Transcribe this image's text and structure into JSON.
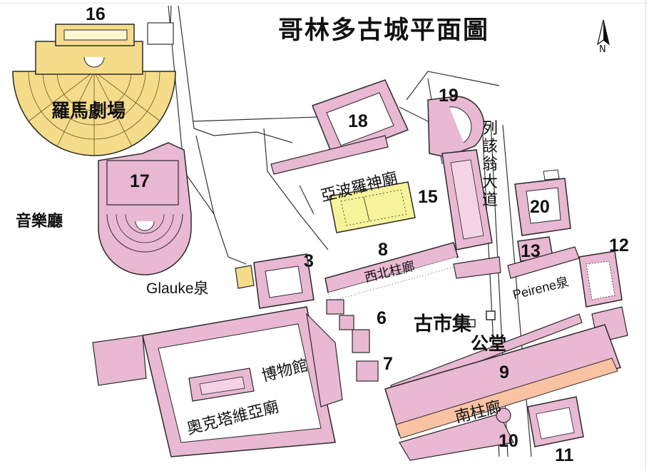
{
  "title": "哥林多古城平面圖",
  "compass": {
    "letter": "N"
  },
  "colors": {
    "theater_fill": "#f5dc8a",
    "building_fill": "#e9b8d2",
    "building_stroke": "#2a2a2a",
    "temple_fill": "#f7f39a",
    "museum_fill": "#b8e08e",
    "south_stoa_fill": "#f9c3a3",
    "background": "#ffffff"
  },
  "labels": {
    "n16": "16",
    "roman_theater": "羅馬劇場",
    "n17": "17",
    "odeion": "音樂廳",
    "n18": "18",
    "n19": "19",
    "lechaion_road": "列該翁大道",
    "temple_apollo": "亞波羅神廟",
    "n15": "15",
    "n20": "20",
    "n3": "3",
    "glauke": "Glauke泉",
    "n8": "8",
    "northwest_stoa": "西北柱廊",
    "n13": "13",
    "n12": "12",
    "peirene": "Peirene泉",
    "n6": "6",
    "agora": "古市集",
    "bema": "公堂",
    "museum": "博物館",
    "n7": "7",
    "n9": "9",
    "temple_octavia": "奧克塔維亞廟",
    "south_stoa": "南柱廊",
    "n10": "10",
    "n11": "11"
  }
}
